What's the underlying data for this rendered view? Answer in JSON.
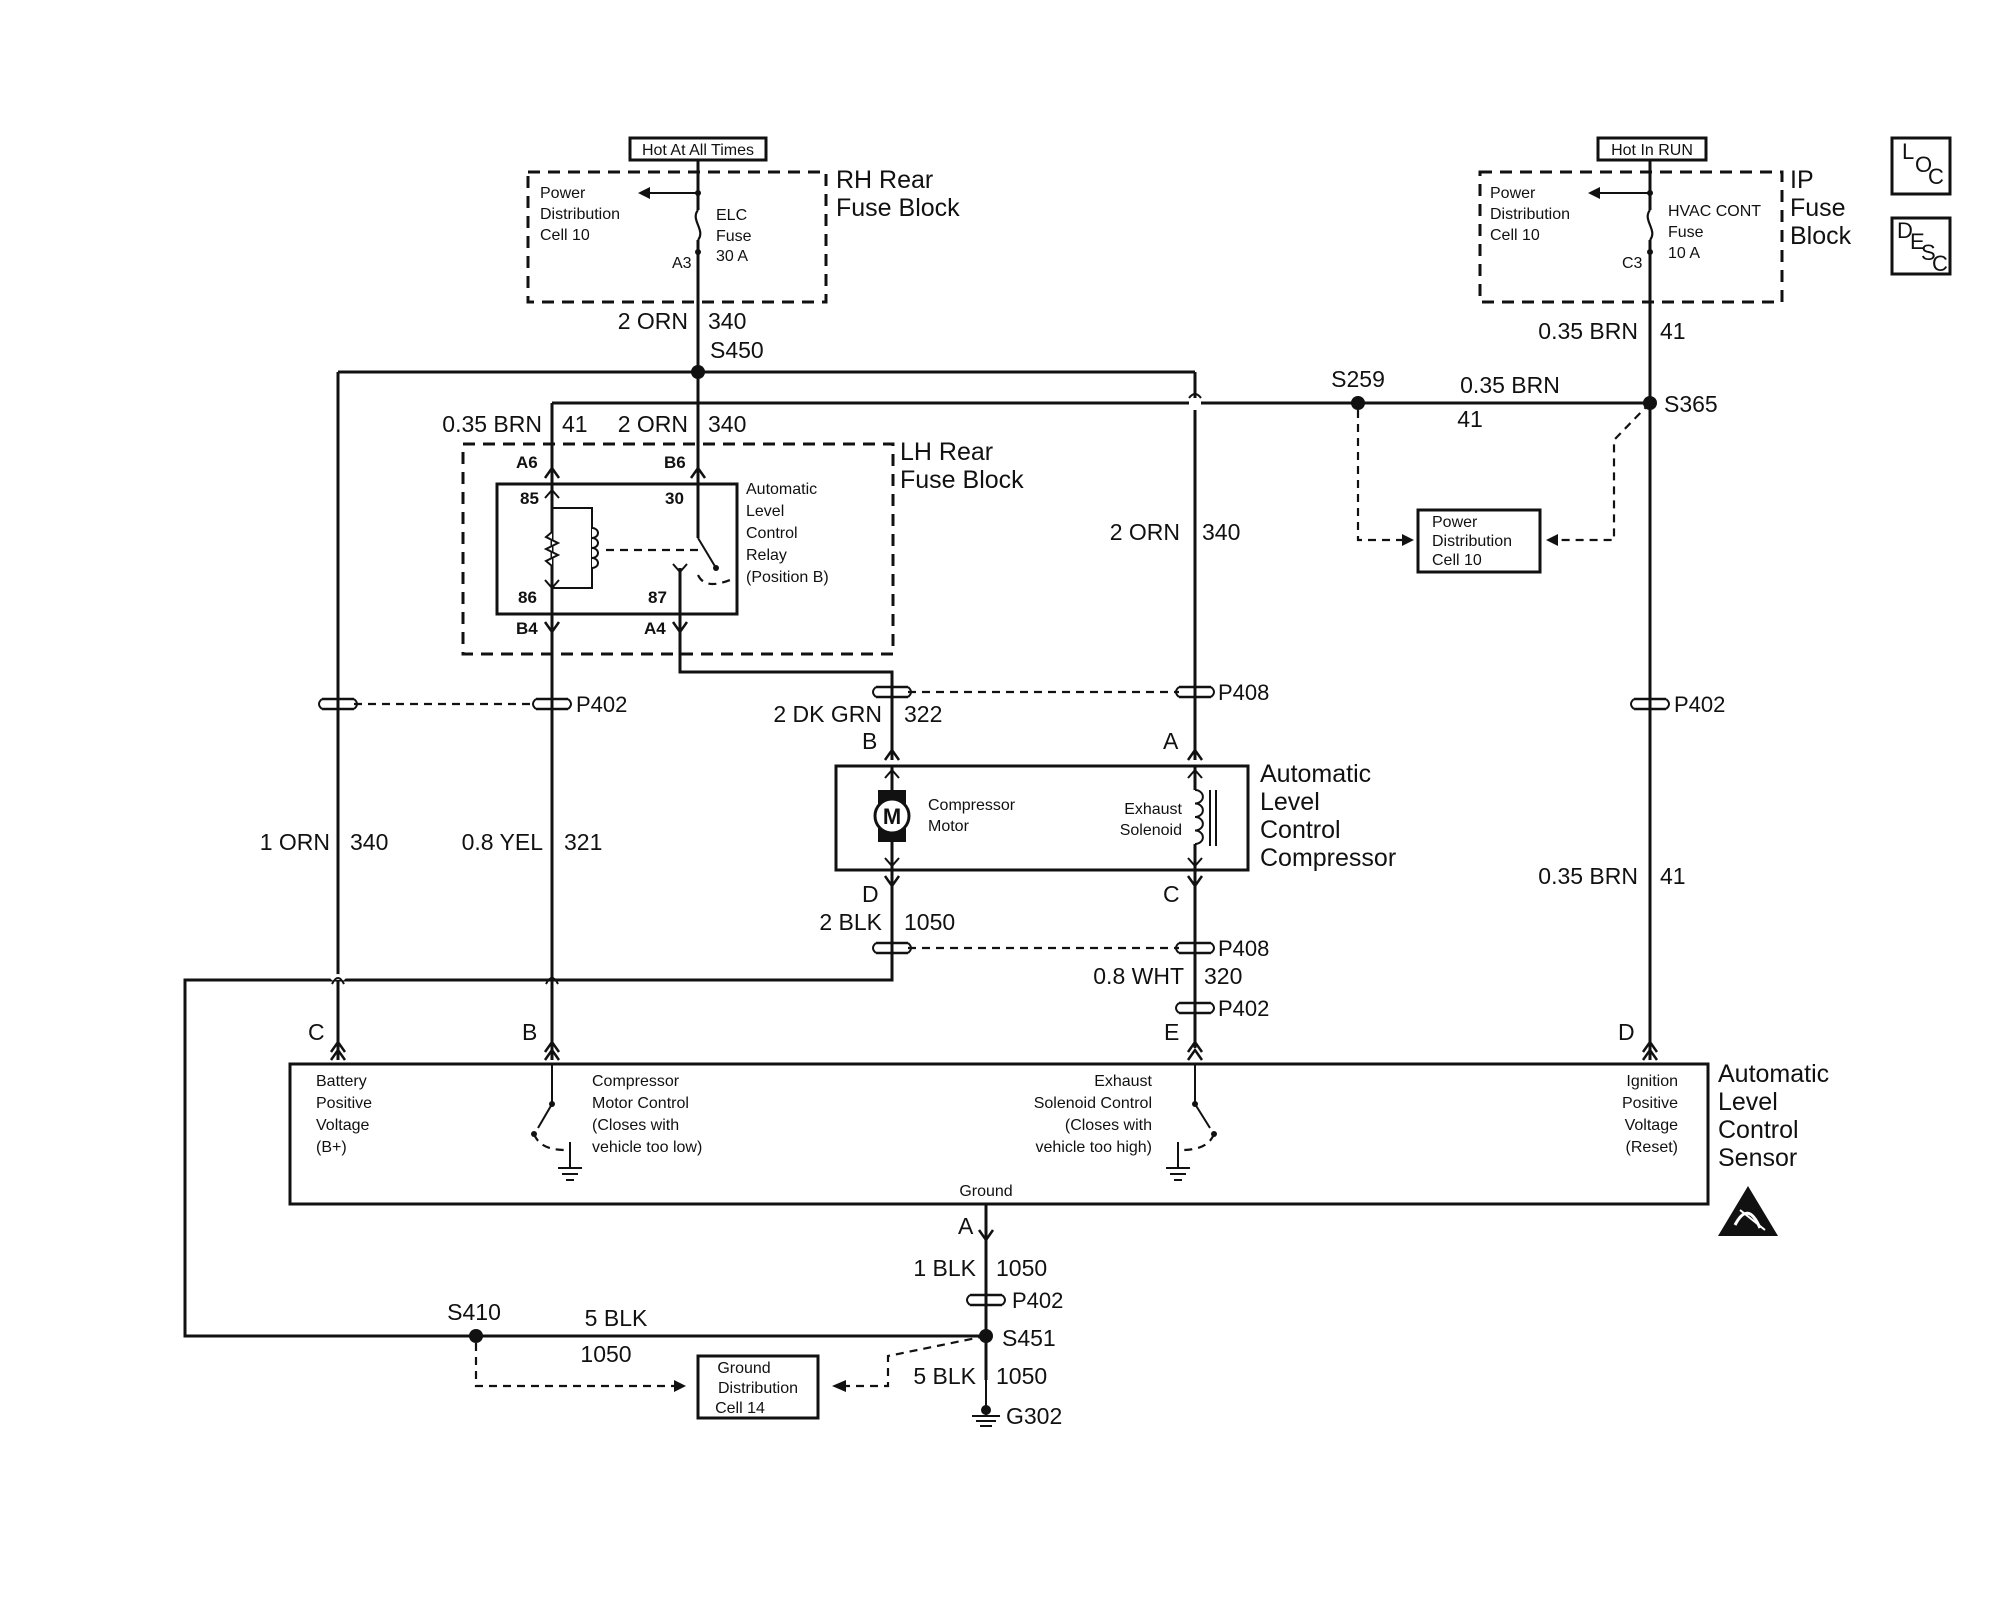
{
  "hot_at_all_times": "Hot At All Times",
  "hot_in_run": "Hot In RUN",
  "loc_icon": [
    "L",
    "O",
    "C"
  ],
  "desc_icon": [
    "D",
    "E",
    "S",
    "C"
  ],
  "rh_fuse_block": {
    "title": [
      "RH Rear",
      "Fuse Block"
    ],
    "power_dist": [
      "Power",
      "Distribution",
      "Cell 10"
    ],
    "fuse": [
      "ELC",
      "Fuse",
      "30 A"
    ],
    "pin": "A3"
  },
  "ip_fuse_block": {
    "title": [
      "IP",
      "Fuse",
      "Block"
    ],
    "power_dist": [
      "Power",
      "Distribution",
      "Cell 10"
    ],
    "fuse": [
      "HVAC CONT",
      "Fuse",
      "10 A"
    ],
    "pin": "C3"
  },
  "lh_fuse_block": {
    "title": [
      "LH Rear",
      "Fuse Block"
    ],
    "pins": {
      "a6": "A6",
      "b6": "B6",
      "b4": "B4",
      "a4": "A4"
    }
  },
  "relay": {
    "label": [
      "Automatic",
      "Level",
      "Control",
      "Relay",
      "(Position B)"
    ],
    "pins": {
      "p85": "85",
      "p30": "30",
      "p86": "86",
      "p87": "87"
    }
  },
  "compressor": {
    "title": [
      "Automatic",
      "Level",
      "Control",
      "Compressor"
    ],
    "motor_symbol": "M",
    "motor_label": [
      "Compressor",
      "Motor"
    ],
    "solenoid_label": [
      "Exhaust",
      "Solenoid"
    ],
    "pins": {
      "a": "A",
      "b": "B",
      "c": "C",
      "d": "D"
    }
  },
  "sensor": {
    "title": [
      "Automatic",
      "Level",
      "Control",
      "Sensor"
    ],
    "battery": [
      "Battery",
      "Positive",
      "Voltage",
      "(B+)"
    ],
    "compressor_control": [
      "Compressor",
      "Motor Control",
      "(Closes with",
      "vehicle too low)"
    ],
    "exhaust_control": [
      "Exhaust",
      "Solenoid Control",
      "(Closes with",
      "vehicle too high)"
    ],
    "ignition": [
      "Ignition",
      "Positive",
      "Voltage",
      "(Reset)"
    ],
    "ground": "Ground",
    "pins": {
      "a": "A",
      "b": "B",
      "c": "C",
      "d": "D",
      "e": "E"
    }
  },
  "power_dist_cell": [
    "Power",
    "Distribution",
    "Cell 10"
  ],
  "ground_dist_cell": [
    "Ground",
    "Distribution",
    "Cell 14"
  ],
  "wires": {
    "w_340_top": {
      "gauge": "2 ORN",
      "circuit": "340"
    },
    "w_41_ip": {
      "gauge": "0.35 BRN",
      "circuit": "41"
    },
    "w_41_top": {
      "gauge": "0.35 BRN",
      "circuit": "41"
    },
    "w_340_b6": {
      "gauge": "2 ORN",
      "circuit": "340"
    },
    "w_41_s259": {
      "gauge": "0.35 BRN",
      "circuit": "41"
    },
    "w_340_right": {
      "gauge": "2 ORN",
      "circuit": "340"
    },
    "w_322": {
      "gauge": "2 DK GRN",
      "circuit": "322"
    },
    "w_340_left": {
      "gauge": "1 ORN",
      "circuit": "340"
    },
    "w_321": {
      "gauge": "0.8 YEL",
      "circuit": "321"
    },
    "w_41_right": {
      "gauge": "0.35 BRN",
      "circuit": "41"
    },
    "w_1050_d": {
      "gauge": "2 BLK",
      "circuit": "1050"
    },
    "w_320": {
      "gauge": "0.8 WHT",
      "circuit": "320"
    },
    "w_1050_a": {
      "gauge": "1 BLK",
      "circuit": "1050"
    },
    "w_1050_s410": {
      "gauge": "5 BLK",
      "circuit": "1050"
    },
    "w_1050_g302": {
      "gauge": "5 BLK",
      "circuit": "1050"
    }
  },
  "splices": {
    "s450": "S450",
    "s259": "S259",
    "s365": "S365",
    "s410": "S410",
    "s451": "S451"
  },
  "connectors": {
    "p402_left": "P402",
    "p408_top": "P408",
    "p402_right": "P402",
    "p408_bottom": "P408",
    "p402_e": "P402",
    "p402_ground": "P402"
  },
  "ground_point": "G302"
}
